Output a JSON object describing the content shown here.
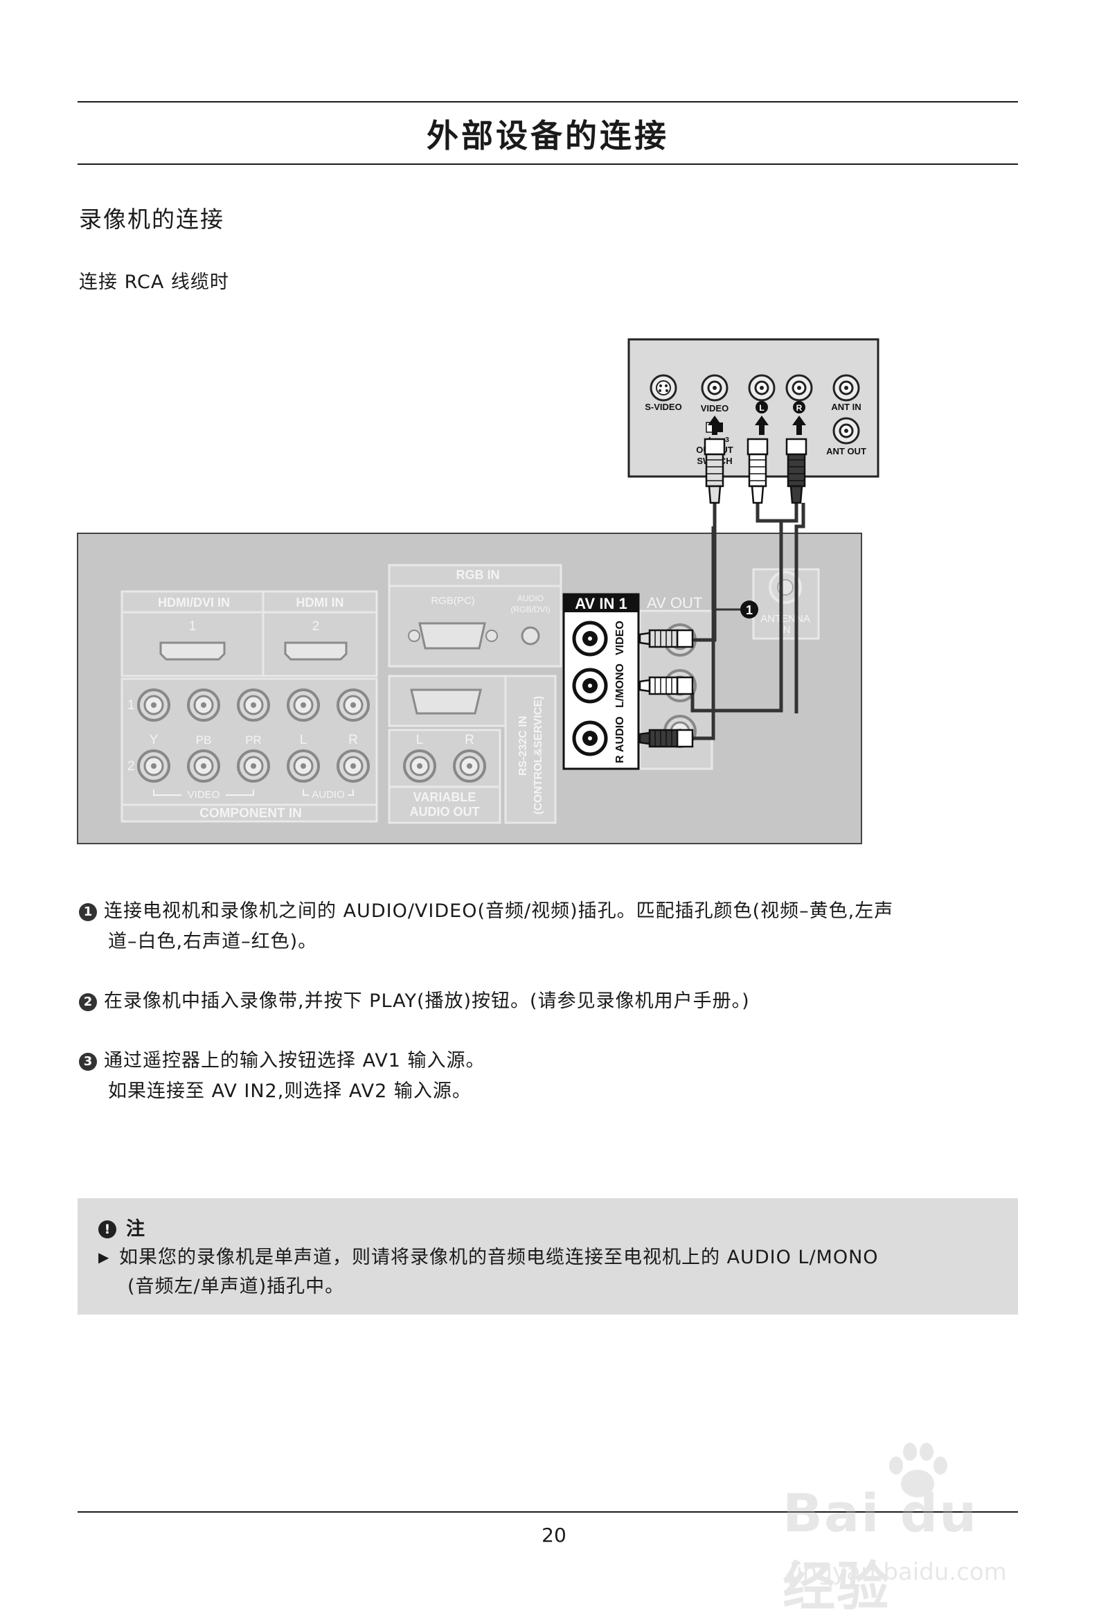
{
  "header": {
    "title": "外部设备的连接"
  },
  "section": {
    "title": "录像机的连接",
    "subtitle": "连接 RCA 线缆时"
  },
  "diagram": {
    "vcr": {
      "svideo": "S-VIDEO",
      "video": "VIDEO",
      "l": "L",
      "r": "R",
      "ant_in": "ANT IN",
      "ant_out": "ANT OUT",
      "output_switch_a": "OUTPUT",
      "output_switch_b": "SWITCH",
      "switch_4": "4",
      "switch_3": "3"
    },
    "tv": {
      "hdmi_dvi_in": "HDMI/DVI IN",
      "hdmi_in": "HDMI IN",
      "hdmi_1": "1",
      "hdmi_2": "2",
      "rgb_in": "RGB IN",
      "rgb_pc": "RGB(PC)",
      "audio_rgb_a": "AUDIO",
      "audio_rgb_b": "(RGB/DVI)",
      "av_in_1": "AV IN 1",
      "av_out": "AV OUT",
      "antenna_a": "ANTENNA",
      "antenna_b": "IN",
      "jack_video": "VIDEO",
      "jack_lmono": "L/MONO",
      "jack_audio": "AUDIO",
      "jack_r": "R",
      "rs232_a": "RS-232C IN",
      "rs232_b": "(CONTROL&SERVICE)",
      "comp_row1": "1",
      "comp_row2": "2",
      "comp_y": "Y",
      "comp_pb": "PB",
      "comp_pr": "PR",
      "comp_l": "L",
      "comp_r": "R",
      "comp_video": "VIDEO",
      "comp_audio": "AUDIO",
      "component_in": "COMPONENT IN",
      "var_l": "L",
      "var_r": "R",
      "variable_a": "VARIABLE",
      "variable_b": "AUDIO OUT",
      "callout": "1"
    }
  },
  "steps": [
    {
      "num": "1",
      "line1": "连接电视机和录像机之间的 AUDIO/VIDEO(音频/视频)插孔。匹配插孔颜色(视频–黄色,左声",
      "line2": "道–白色,右声道–红色)。"
    },
    {
      "num": "2",
      "line1": "在录像机中插入录像带,并按下 PLAY(播放)按钮。(请参见录像机用户手册。)",
      "line2": ""
    },
    {
      "num": "3",
      "line1": "通过遥控器上的输入按钮选择 AV1 输入源。",
      "line2": "如果连接至 AV IN2,则选择 AV2 输入源。"
    }
  ],
  "note": {
    "icon": "!",
    "title": "注",
    "line1": "如果您的录像机是单声道，则请将录像机的音频电缆连接至电视机上的 AUDIO L/MONO",
    "line2": "(音频左/单声道)插孔中。"
  },
  "footer": {
    "page": "20"
  },
  "watermark": {
    "brand": "Bai du 经验",
    "url": "jingyan.baidu.com"
  }
}
